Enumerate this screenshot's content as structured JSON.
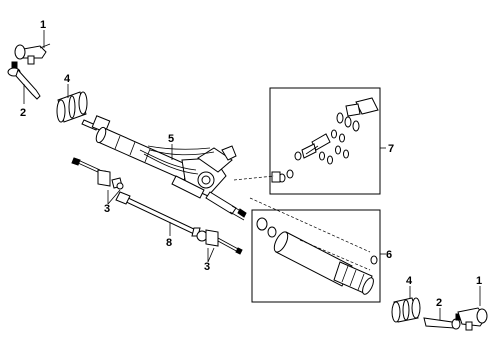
{
  "callouts": {
    "c1_left": "1",
    "c2_left": "2",
    "c4_left": "4",
    "c5": "5",
    "c3_upper": "3",
    "c8": "8",
    "c3_lower": "3",
    "c7": "7",
    "c6": "6",
    "c4_right": "4",
    "c2_right": "2",
    "c1_right": "1"
  }
}
